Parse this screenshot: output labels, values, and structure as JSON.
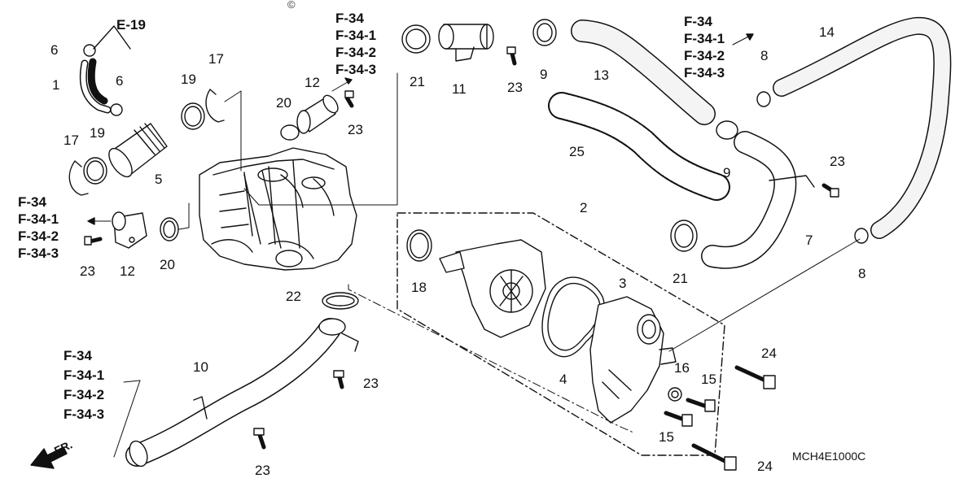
{
  "diagram_code": "MCH4E1000C",
  "front_marker": "FR.",
  "copyright_symbol": "©",
  "ref_blocks": {
    "e19": "E-19",
    "f34_top": [
      "F-34",
      "F-34-1",
      "F-34-2",
      "F-34-3"
    ],
    "f34_right": [
      "F-34",
      "F-34-1",
      "F-34-2",
      "F-34-3"
    ],
    "f34_left": [
      "F-34",
      "F-34-1",
      "F-34-2",
      "F-34-3"
    ],
    "f34_bottom": [
      "F-34",
      "F-34-1",
      "F-34-2",
      "F-34-3"
    ]
  },
  "callouts": {
    "c1": "1",
    "c2": "2",
    "c3": "3",
    "c4": "4",
    "c5": "5",
    "c6a": "6",
    "c6b": "6",
    "c7": "7",
    "c8a": "8",
    "c8b": "8",
    "c9a": "9",
    "c9b": "9",
    "c10": "10",
    "c11": "11",
    "c12a": "12",
    "c12b": "12",
    "c13": "13",
    "c14": "14",
    "c15a": "15",
    "c15b": "15",
    "c16": "16",
    "c17a": "17",
    "c17b": "17",
    "c18": "18",
    "c19a": "19",
    "c19b": "19",
    "c20a": "20",
    "c20b": "20",
    "c21a": "21",
    "c21b": "21",
    "c22": "22",
    "c23a": "23",
    "c23b": "23",
    "c23c": "23",
    "c23d": "23",
    "c23e": "23",
    "c23f": "23",
    "c24a": "24",
    "c24b": "24",
    "c25": "25"
  },
  "colors": {
    "line": "#111111",
    "fill": "#ffffff",
    "hose_fill": "#f4f4f4"
  }
}
